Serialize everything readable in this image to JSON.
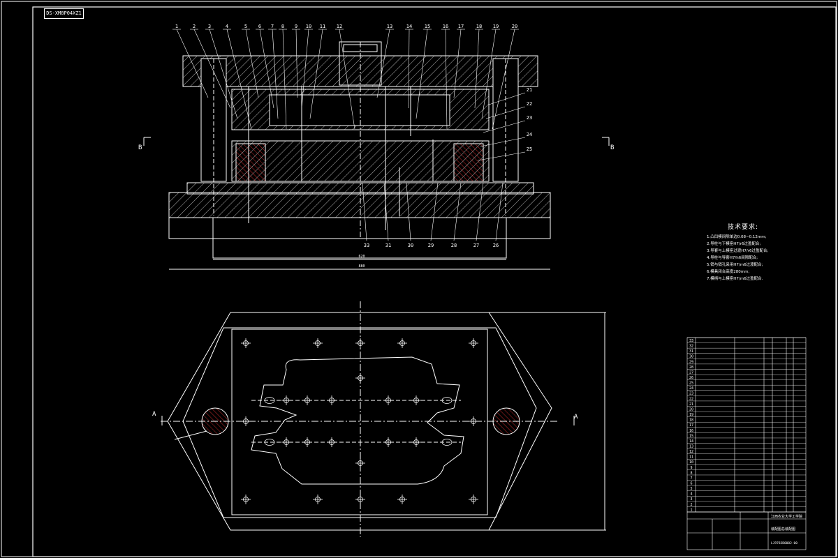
{
  "drawing_number": "DS-XM8P04XZ1",
  "section_labels": {
    "b_left": "B",
    "b_right": "B",
    "a_left": "A",
    "a_right": "A"
  },
  "part_numbers_top": [
    "1",
    "2",
    "3",
    "4",
    "5",
    "6",
    "7",
    "8",
    "9",
    "10",
    "11",
    "12",
    "13",
    "14",
    "15",
    "16",
    "17",
    "18",
    "19",
    "20"
  ],
  "part_numbers_right": [
    "21",
    "22",
    "23",
    "24",
    "25"
  ],
  "part_numbers_bottom": [
    "33",
    "31",
    "30",
    "29",
    "28",
    "27",
    "26"
  ],
  "dimensions": {
    "inner_width": "620",
    "overall_width": "880"
  },
  "technical_requirements": {
    "title": "技术要求:",
    "items": [
      "1.凸凹模间隙单边0.08~0.12mm;",
      "2.导柱与下模座H7/r6过盈配合;",
      "3.导套与上模座过渡H7/r6过盈配合;",
      "4.导柱与导套H7/h6间隙配合;",
      "5.销与销孔采用H7/m6过渡配合;",
      "6.模具闭合高度280mm;",
      "7.模柄与上模座H7/m6过盈配合."
    ]
  },
  "bom_rows": [
    "33",
    "32",
    "31",
    "30",
    "29",
    "28",
    "27",
    "26",
    "25",
    "24",
    "23",
    "22",
    "21",
    "20",
    "19",
    "18",
    "17",
    "16",
    "15",
    "14",
    "13",
    "12",
    "11",
    "10",
    "9",
    "8",
    "7",
    "6",
    "5",
    "4",
    "3",
    "2",
    "1"
  ],
  "title_block": {
    "school": "江西农业大学工学院",
    "drawing_title": "装配图总装配图",
    "code": "LJ9783B0002-00"
  },
  "colors": {
    "background": "#000000",
    "lines": "#ffffff"
  }
}
